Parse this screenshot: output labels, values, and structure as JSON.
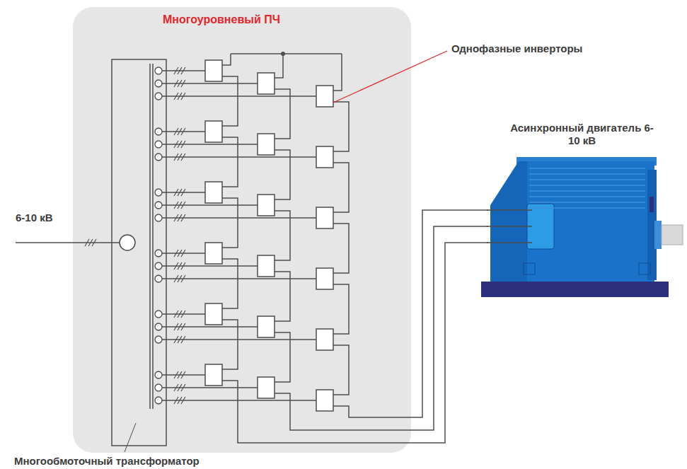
{
  "diagram": {
    "nodes": [
      {
        "text": [
          "Многоуровневый ПЧ"
        ]
      },
      {
        "text": [
          "Асинхронный двигатель 6-10 кВ"
        ]
      }
    ],
    "edges": [
      {
        "from": 0,
        "to": 1,
        "arrow": "none"
      },
      {
        "from": 0,
        "to": 1,
        "arrow": "none"
      },
      {
        "from": 0,
        "to": 1,
        "arrow": "none"
      }
    ],
    "labels": [
      "Однофазные инверторы",
      "6-10 кВ",
      "Многообмоточный трансформатор"
    ]
  }
}
